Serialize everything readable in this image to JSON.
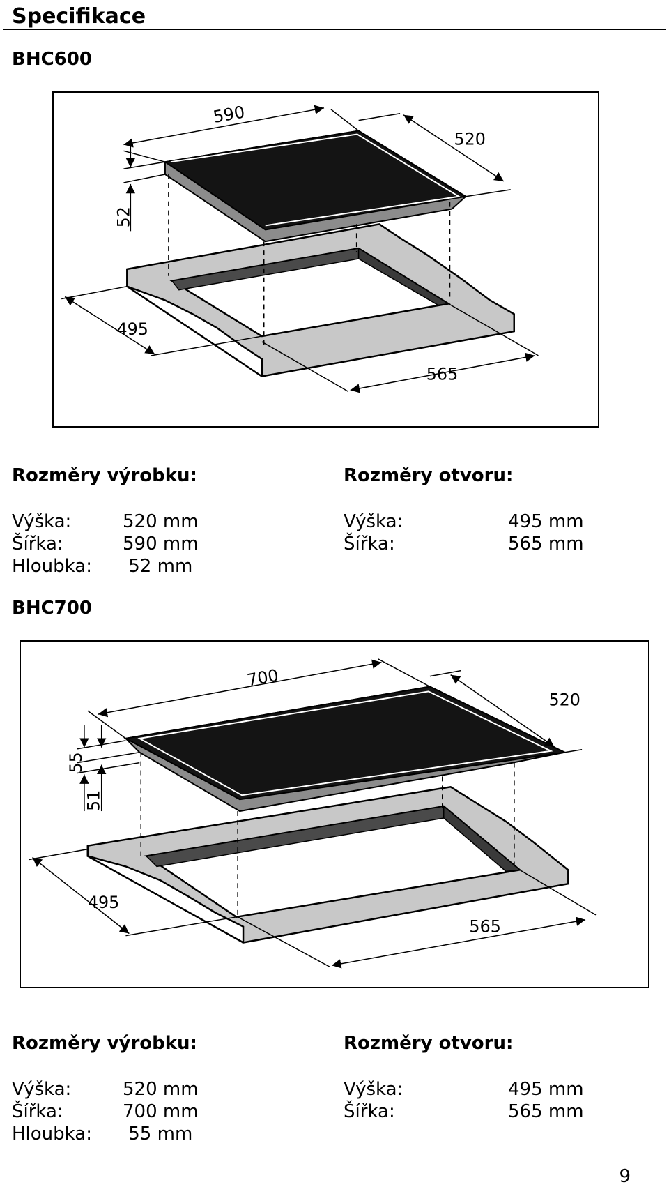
{
  "header": {
    "title": "Specifikace"
  },
  "models": [
    {
      "name": "BHC600",
      "figure": {
        "width_label": "590",
        "depth_label": "520",
        "height_label": "52",
        "cutout_depth_label": "495",
        "cutout_width_label": "565"
      },
      "product": {
        "heading": "Rozměry výrobku:",
        "rows": [
          {
            "label": "Výška:",
            "value": "520 mm"
          },
          {
            "label": "Šířka:",
            "value": "590 mm"
          },
          {
            "label": "Hloubka:",
            "value": " 52 mm"
          }
        ]
      },
      "cutout": {
        "heading": "Rozměry otvoru:",
        "rows": [
          {
            "label": "Výška:",
            "value": "495 mm"
          },
          {
            "label": "Šířka:",
            "value": "565 mm"
          }
        ]
      }
    },
    {
      "name": "BHC700",
      "figure": {
        "width_label": "700",
        "depth_label": "520",
        "height_label": "55",
        "height2_label": "51",
        "cutout_depth_label": "495",
        "cutout_width_label": "565"
      },
      "product": {
        "heading": "Rozměry výrobku:",
        "rows": [
          {
            "label": "Výška:",
            "value": "520 mm"
          },
          {
            "label": "Šířka:",
            "value": "700 mm"
          },
          {
            "label": "Hloubka:",
            "value": " 55 mm"
          }
        ]
      },
      "cutout": {
        "heading": "Rozměry otvoru:",
        "rows": [
          {
            "label": "Výška:",
            "value": "495 mm"
          },
          {
            "label": "Šířka:",
            "value": "565 mm"
          }
        ]
      }
    }
  ],
  "page_number": "9",
  "colors": {
    "glass": "#141414",
    "frame": "#8c8c8c",
    "counter": "#c8c8c8",
    "cutout_edge": "#4a4a4a"
  }
}
